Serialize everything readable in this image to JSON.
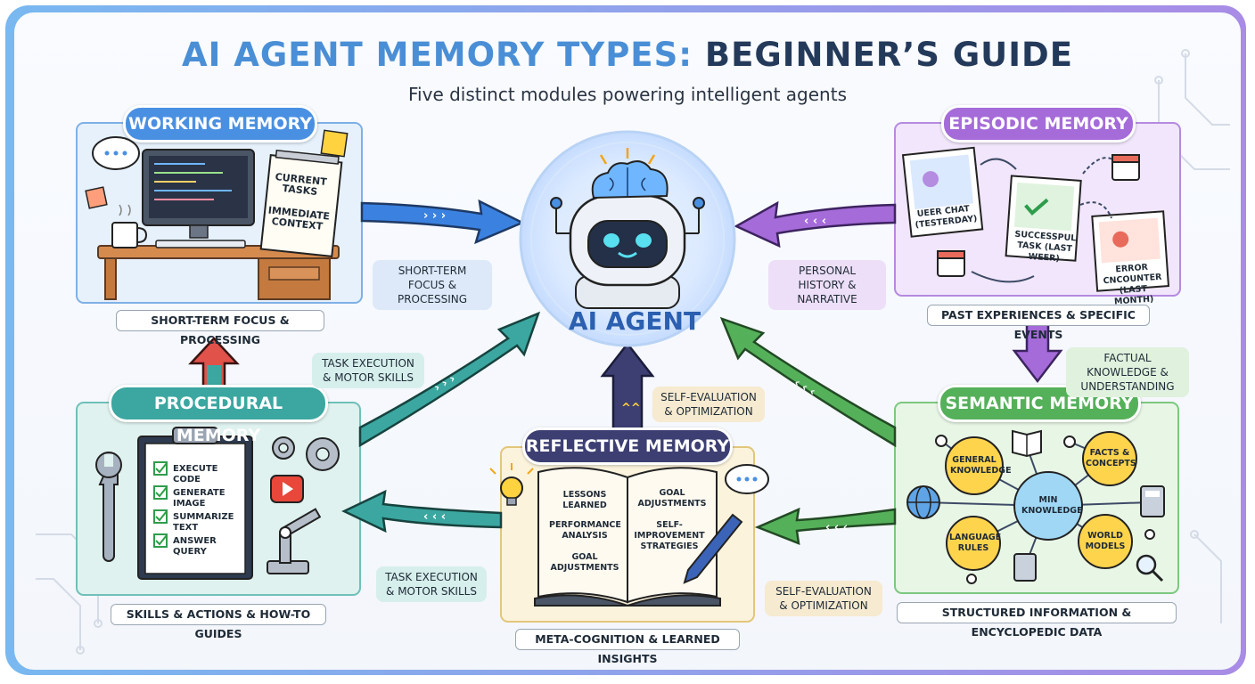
{
  "title_part1": "AI AGENT MEMORY TYPES:",
  "title_part2": "BEGINNER’S GUIDE",
  "subtitle": "Five distinct modules powering intelligent agents",
  "agent_label": "AI AGENT",
  "colors": {
    "working": "#4a90e2",
    "episodic": "#a56bd9",
    "procedural": "#3ba7a0",
    "semantic": "#55b05a",
    "reflective": "#3d3f73"
  },
  "working": {
    "title": "WORKING MEMORY",
    "caption": "SHORT-TERM FOCUS & PROCESSING",
    "notepad_1": "CURRENT TASKS",
    "notepad_2": "IMMEDIATE CONTEXT",
    "arrow_tag": "SHORT-TERM FOCUS & PROCESSING"
  },
  "episodic": {
    "title": "EPISODIC MEMORY",
    "caption": "PAST EXPERIENCES & SPECIFIC EVENTS",
    "photo_1": "UEER CHAT (TESTERDAY)",
    "photo_2": "SUCCESSPUL TASK (LAST WEER)",
    "photo_3": "ERROR CNCOUNTER (LAST MONTH)",
    "arrow_tag": "PERSONAL HISTORY & NARRATIVE",
    "down_tag": "FACTUAL KNOWLEDGE & UNDERSTANDING"
  },
  "procedural": {
    "title": "PROCEDURAL MEMORY",
    "caption": "SKILLS & ACTIONS & HOW-TO GUIDES",
    "items": [
      "EXECUTE CODE",
      "GENERATE IMAGE",
      "SUMMARIZE TEXT",
      "ANSWER QUERY"
    ],
    "up_tag": "TASK EXECUTION & MOTOR SKILLS",
    "bottom_tag": "TASK EXECUTION & MOTOR SKILLS"
  },
  "semantic": {
    "title": "SEMANTIC MEMORY",
    "caption": "STRUCTURED INFORMATION & ENCYCLOPEDIC DATA",
    "center": "MIN KNOWLEDGE",
    "nodes": [
      "GENERAL KNOWLEDGE",
      "FACTS & CONCEPTS",
      "LANGUAGE RULES",
      "WORLD MODELS"
    ],
    "bottom_tag": "SELF-EVALUATION & OPTIMIZATION"
  },
  "reflective": {
    "title": "REFLECTIVE MEMORY",
    "caption": "META-COGNITION & LEARNED INSIGHTS",
    "left_page": [
      "LESSONS LEARNED",
      "PERFORMANCE ANALYSIS",
      "GOAL ADJUSTMENTS"
    ],
    "right_page": [
      "GOAL ADJUSTMENTS",
      "SELF-IMPROVEMENT STRATEGIES"
    ],
    "up_tag": "SELF-EVALUATION & OPTIMIZATION"
  },
  "icons": [
    "brain-icon",
    "robot-icon",
    "monitor-icon",
    "coffee-icon",
    "gear-icon",
    "wrench-icon",
    "play-icon",
    "robot-arm-icon",
    "lightbulb-icon",
    "pen-icon",
    "globe-icon",
    "book-icon",
    "calculator-icon",
    "magnifier-icon",
    "calendar-icon",
    "speech-bubble-icon"
  ]
}
